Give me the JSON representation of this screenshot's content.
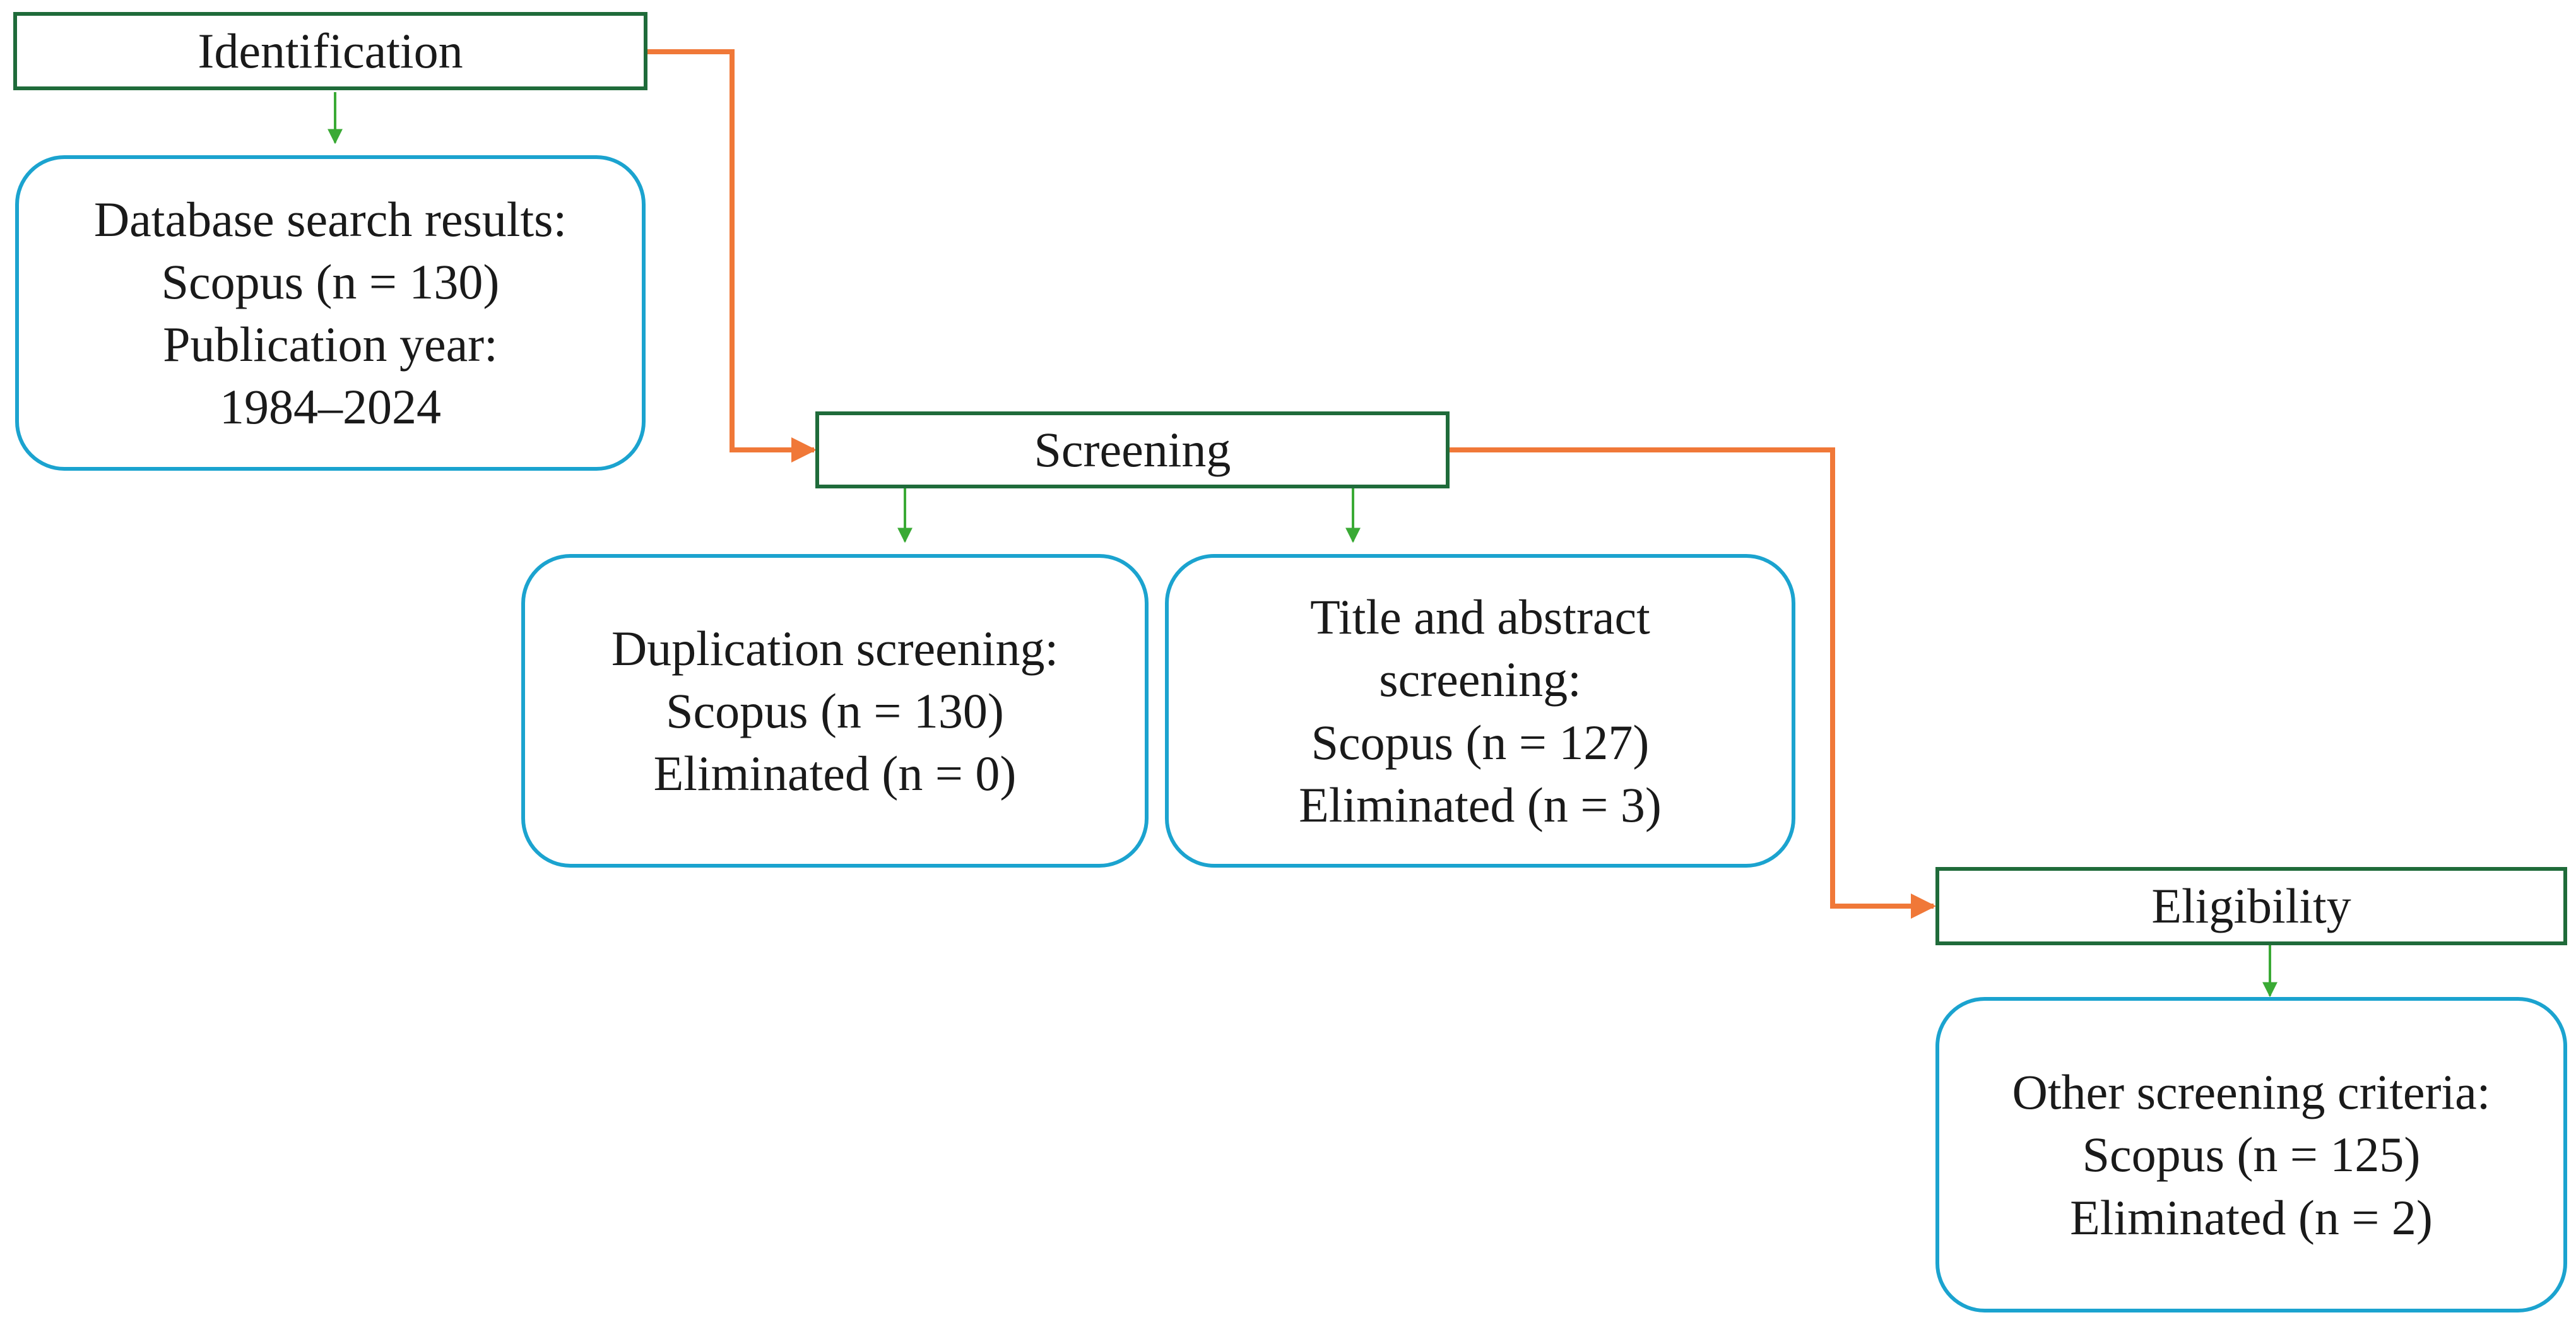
{
  "colors": {
    "stage_border": "#1f6b3a",
    "info_border": "#1ba3cf",
    "flow_arrow": "#f07838",
    "down_arrow": "#3aaa35"
  },
  "stages": {
    "identification": "Identification",
    "screening": "Screening",
    "eligibility": "Eligibility"
  },
  "boxes": {
    "database_search": {
      "lines": [
        "Database search results:",
        "Scopus (n = 130)",
        "Publication year:",
        "1984–2024"
      ]
    },
    "duplication_screening": {
      "lines": [
        "Duplication screening:",
        "Scopus (n = 130)",
        "Eliminated (n = 0)"
      ]
    },
    "title_abstract_screening": {
      "lines": [
        "Title and abstract",
        "screening:",
        "Scopus (n = 127)",
        "Eliminated (n = 3)"
      ]
    },
    "other_screening": {
      "lines": [
        "Other screening criteria:",
        "Scopus (n = 125)",
        "Eliminated (n = 2)"
      ]
    }
  }
}
